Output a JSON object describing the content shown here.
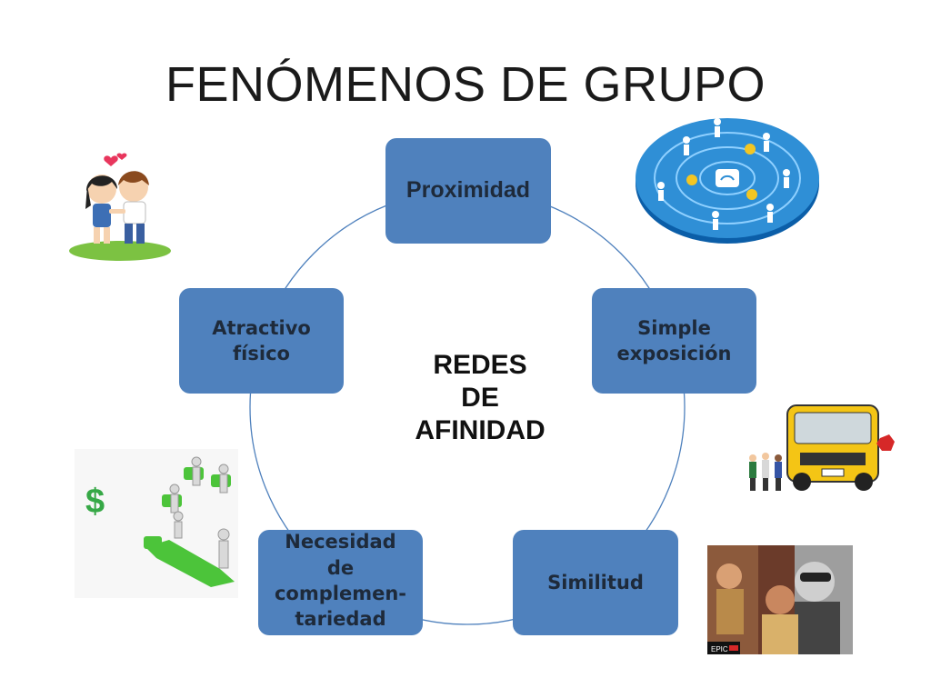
{
  "slide": {
    "title": "FENÓMENOS DE GRUPO",
    "center_label": [
      "REDES",
      "DE",
      "AFINIDAD"
    ],
    "nodes": {
      "proximidad": [
        "Proximidad"
      ],
      "simple_exposicion": [
        "Simple",
        "exposición"
      ],
      "similitud": [
        "Similitud"
      ],
      "necesidad": [
        "Necesidad",
        "de",
        "complemen-",
        "tariedad"
      ],
      "atractivo": [
        "Atractivo",
        "físico"
      ]
    },
    "pictures": {
      "poster_logo": "EPIC"
    }
  },
  "colors": {
    "node_fill": "#4f81bd",
    "node_text": "#1e2a3a",
    "ring_line": "#4f81bd"
  },
  "icons": [
    "couple-illustration",
    "social-network-icon",
    "school-bus-illustration",
    "puzzle-teamwork-illustration",
    "movie-poster-photo"
  ]
}
